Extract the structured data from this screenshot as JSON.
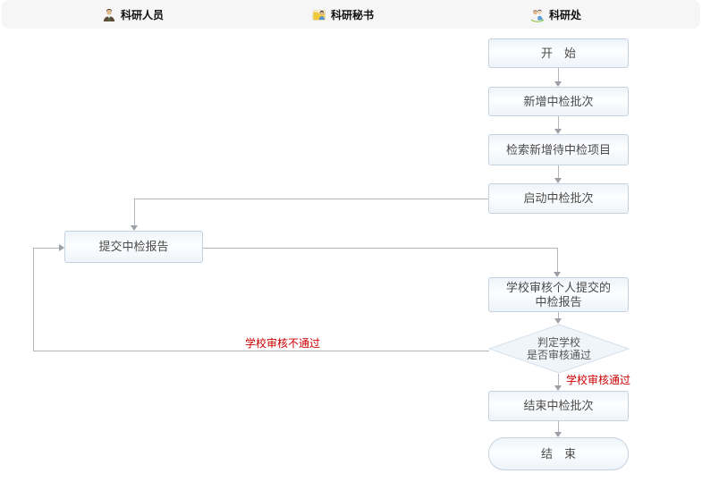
{
  "lanes": [
    {
      "label": "科研人员"
    },
    {
      "label": "科研秘书"
    },
    {
      "label": "科研处"
    }
  ],
  "nodes": {
    "start": {
      "label": "开　始"
    },
    "add_batch": {
      "label": "新增中检批次"
    },
    "search_projects": {
      "label": "检索新增待中检项目"
    },
    "launch_batch": {
      "label": "启动中检批次"
    },
    "submit_report": {
      "label": "提交中检报告"
    },
    "school_review": {
      "lines": [
        "学校审核个人提交的",
        "中检报告"
      ]
    },
    "decision": {
      "lines": [
        "判定学校",
        "是否审核通过"
      ]
    },
    "end_batch": {
      "label": "结束中检批次"
    },
    "end": {
      "label": "结　束"
    }
  },
  "edge_labels": {
    "school_reject": {
      "label": "学校审核不通过"
    },
    "school_approve": {
      "label": "学校审核通过"
    }
  },
  "colors": {
    "node_border": "#c5d2e0",
    "node_fill_top": "#eef4fa",
    "connector": "#b3b7bb",
    "edge_label_red": "#cc0000",
    "header_bg": "#f6f6f7",
    "diamond_border": "#d5e0ec",
    "diamond_fill": "#f0f5fa"
  }
}
